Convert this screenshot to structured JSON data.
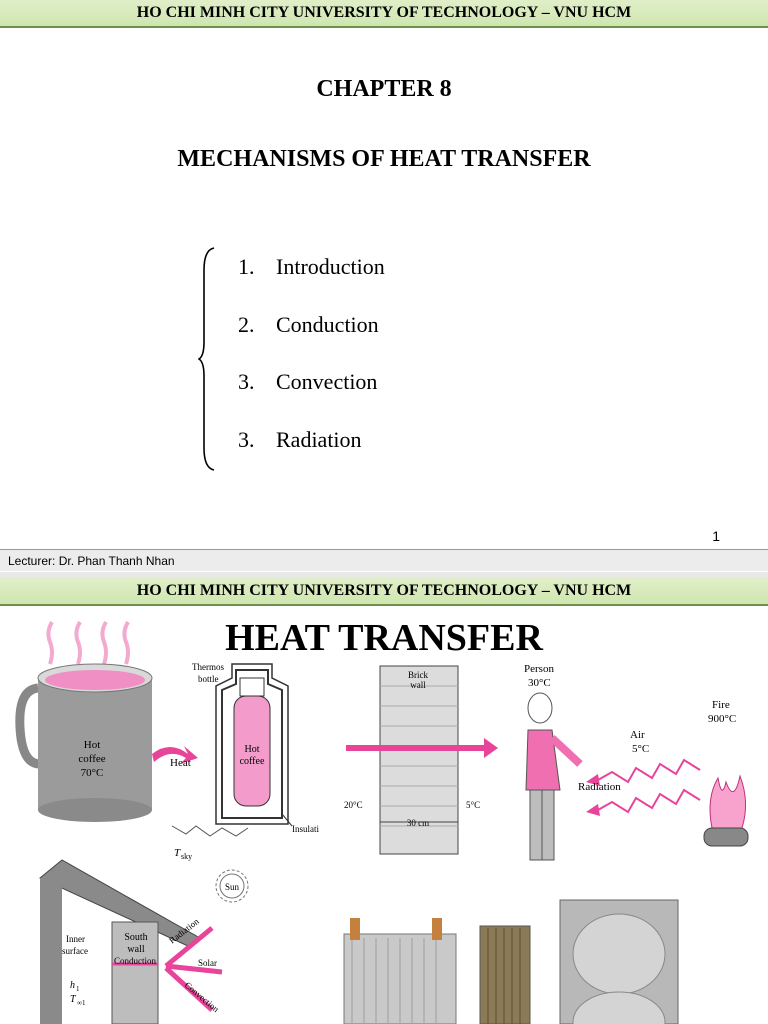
{
  "university": "HO CHI MINH CITY UNIVERSITY OF TECHNOLOGY – VNU HCM",
  "slide1": {
    "chapter": "CHAPTER 8",
    "title": "MECHANISMS OF HEAT TRANSFER",
    "toc": [
      {
        "num": "1.",
        "label": "Introduction"
      },
      {
        "num": "2.",
        "label": "Conduction"
      },
      {
        "num": "3.",
        "label": "Convection"
      },
      {
        "num": "3.",
        "label": "Radiation"
      }
    ],
    "page_number": "1",
    "footer": "Lecturer: Dr. Phan Thanh Nhan"
  },
  "slide2": {
    "title": "HEAT TRANSFER",
    "mug": {
      "line1": "Hot",
      "line2": "coffee",
      "line3": "70°C",
      "arrow_label": "Heat"
    },
    "thermos": {
      "label1": "Thermos",
      "label2": "bottle",
      "inner1": "Hot",
      "inner2": "coffee",
      "insulation": "Insulati"
    },
    "wall": {
      "label1": "Brick",
      "label2": "wall",
      "left_temp": "20°C",
      "right_temp": "5°C",
      "thickness": "30 cm"
    },
    "person": {
      "label": "Person",
      "temp": "30°C",
      "air": "Air",
      "air_temp": "5°C",
      "radiation": "Radiation",
      "fire": "Fire",
      "fire_temp": "900°C"
    },
    "house": {
      "tsky": "T",
      "tsky_sub": "sky",
      "sun": "Sun",
      "inner1": "Inner",
      "inner2": "surface",
      "south1": "South",
      "south2": "wall",
      "conduction": "Conduction",
      "radiation": "Radiation",
      "solar": "Solar",
      "convection": "Convection",
      "h1": "h",
      "h1_sub": "1",
      "t": "T",
      "t_sub": "∞1"
    }
  },
  "colors": {
    "banner": "#d8ebbf",
    "accent_pink": "#e8449a",
    "gray": "#999999"
  }
}
